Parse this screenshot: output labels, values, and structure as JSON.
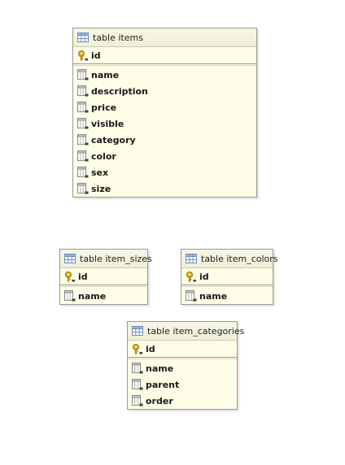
{
  "tables": {
    "items": {
      "title": "table items",
      "pk": "id",
      "fields": [
        "name",
        "description",
        "price",
        "visible",
        "category",
        "color",
        "sex",
        "size"
      ]
    },
    "item_sizes": {
      "title": "table item_sizes",
      "pk": "id",
      "fields": [
        "name"
      ]
    },
    "item_colors": {
      "title": "table item_colors",
      "pk": "id",
      "fields": [
        "name"
      ]
    },
    "item_categories": {
      "title": "table item_categories",
      "pk": "id",
      "fields": [
        "name",
        "parent",
        "order"
      ]
    }
  },
  "icons": {
    "table": "table-grid-icon",
    "primary_key": "key-icon",
    "field": "column-icon"
  },
  "colors": {
    "box_background": "#fdfde8",
    "box_border": "#9a9a8a",
    "key_gold": "#e0b020"
  }
}
